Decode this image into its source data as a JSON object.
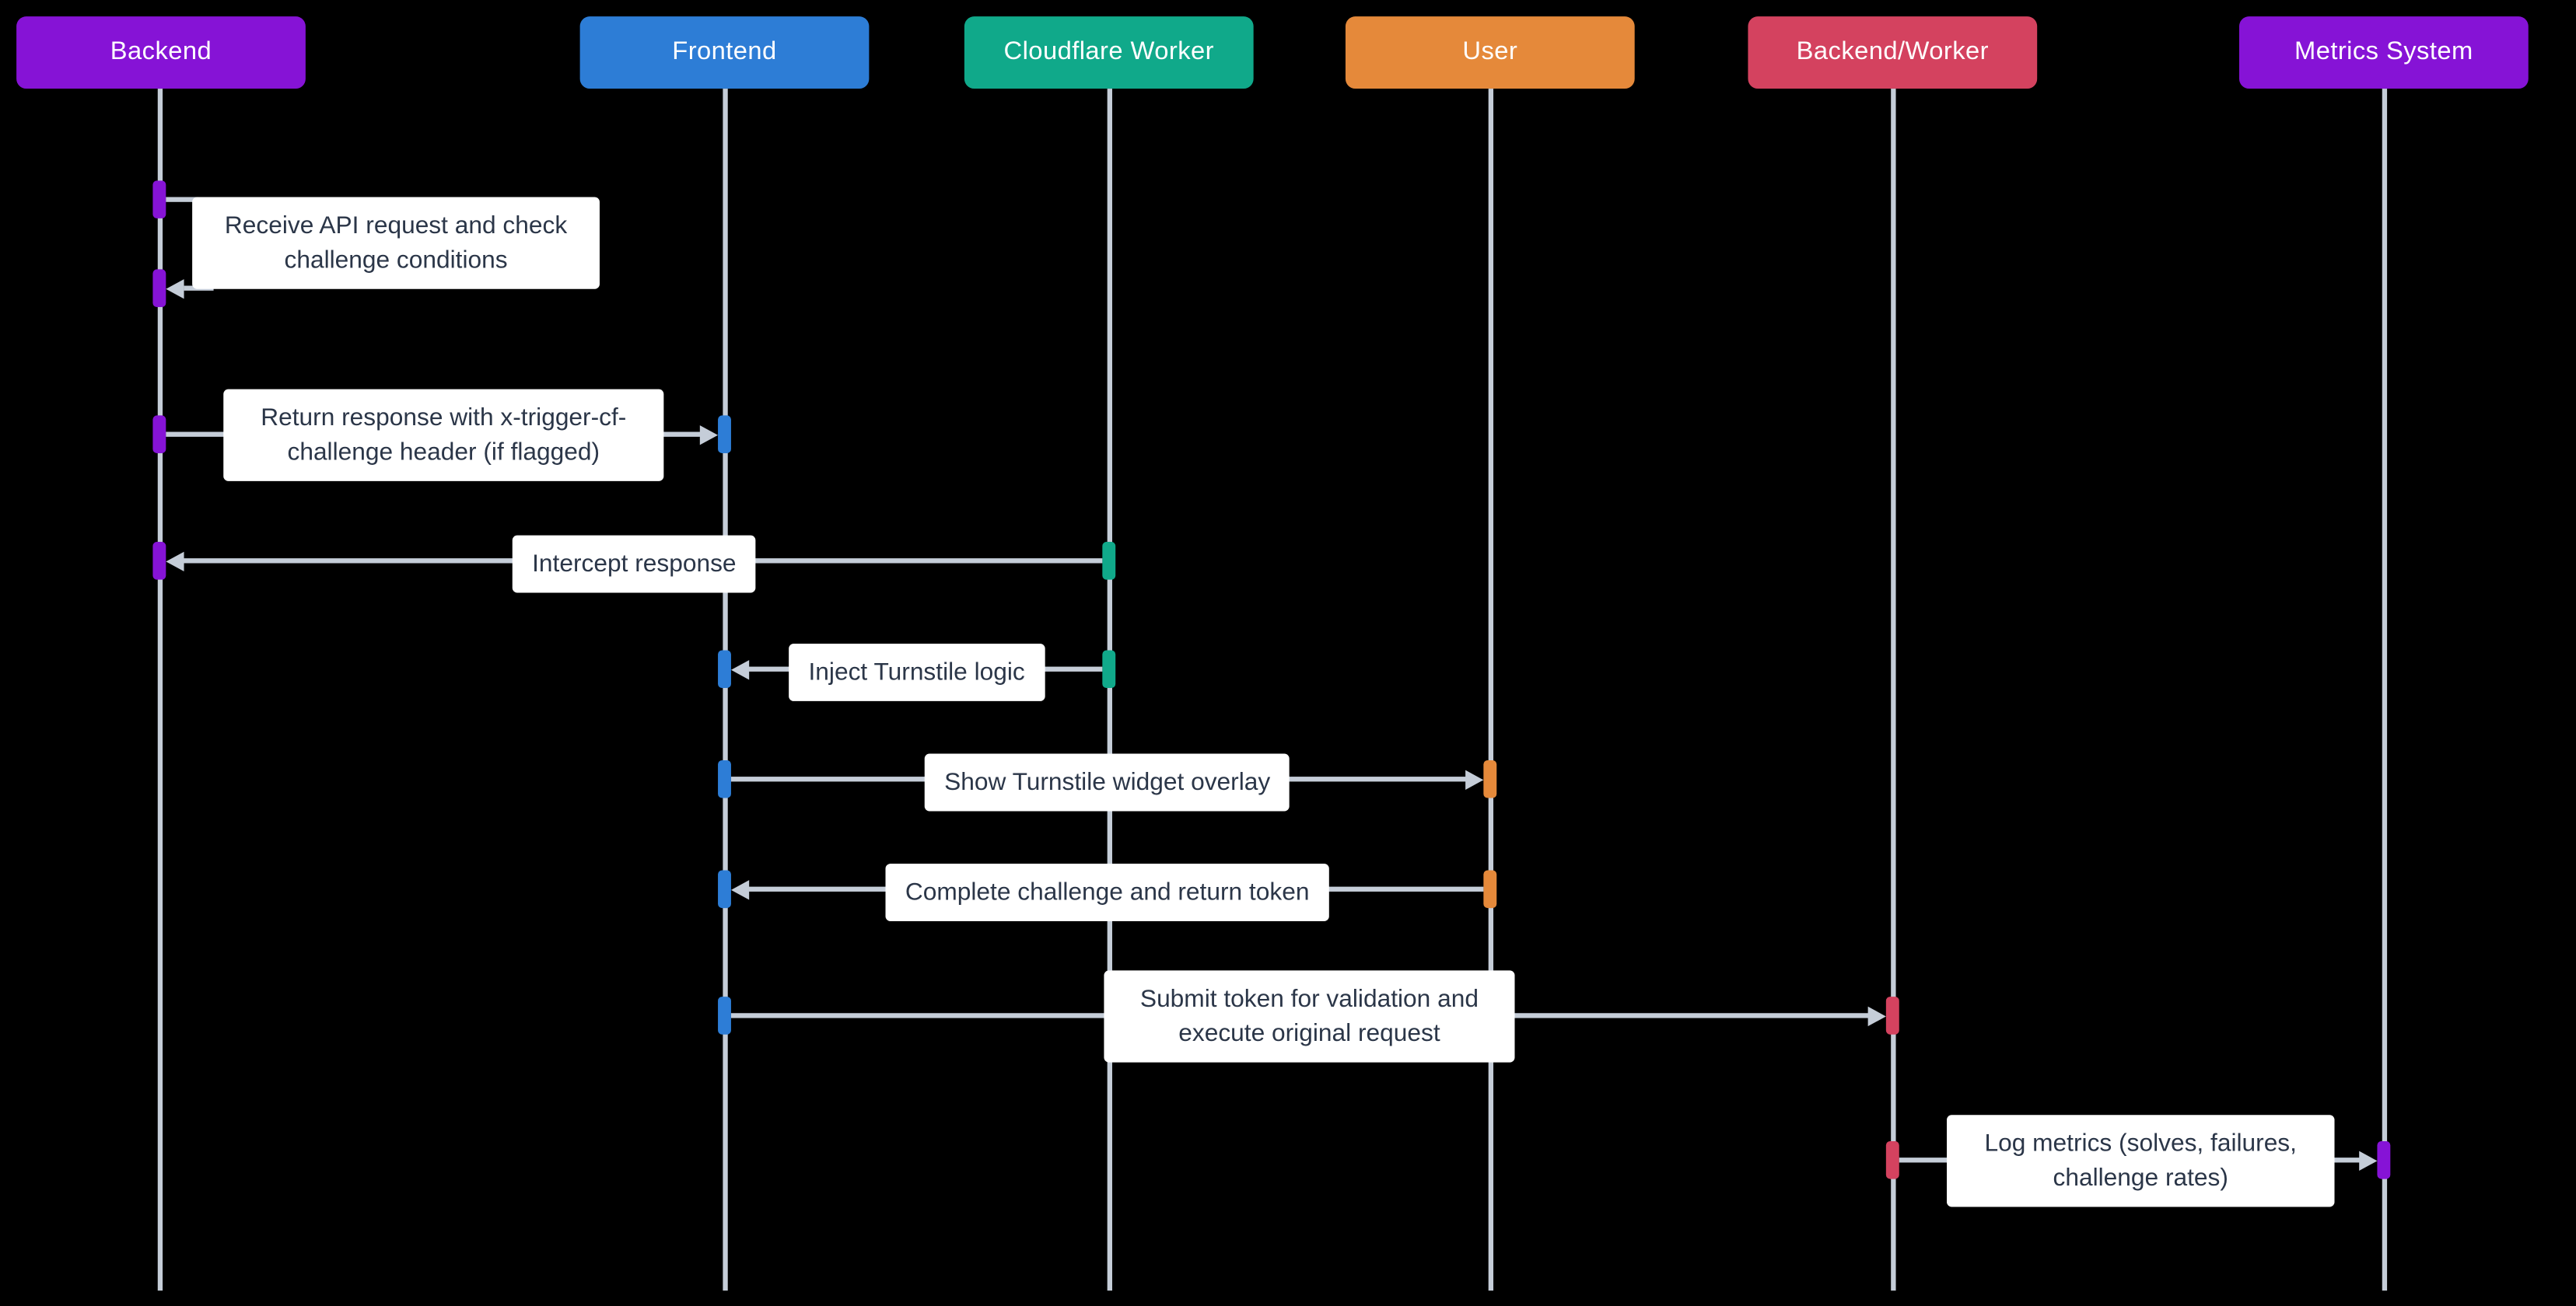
{
  "diagram": {
    "background": "#000000",
    "line_color": "#c5cdd8",
    "label_bg": "#ffffff",
    "label_text_color": "#2b3648",
    "actors": [
      {
        "id": "backend",
        "label": "Backend",
        "color": "#8613d6"
      },
      {
        "id": "frontend",
        "label": "Frontend",
        "color": "#2d7dd6"
      },
      {
        "id": "cloudflare-worker",
        "label": "Cloudflare Worker",
        "color": "#10a98a"
      },
      {
        "id": "user",
        "label": "User",
        "color": "#e5893a"
      },
      {
        "id": "backend-worker",
        "label": "Backend/Worker",
        "color": "#d4425f"
      },
      {
        "id": "metrics-system",
        "label": "Metrics System",
        "color": "#8613d6"
      }
    ],
    "messages": [
      {
        "from": "Backend",
        "to": "Backend",
        "text": "Receive API request and check challenge conditions"
      },
      {
        "from": "Backend",
        "to": "Frontend",
        "text": "Return response with x-trigger-cf-challenge header (if flagged)"
      },
      {
        "from": "Cloudflare Worker",
        "to": "Backend",
        "text": "Intercept response"
      },
      {
        "from": "Cloudflare Worker",
        "to": "Frontend",
        "text": "Inject Turnstile logic"
      },
      {
        "from": "Frontend",
        "to": "User",
        "text": "Show Turnstile widget overlay"
      },
      {
        "from": "User",
        "to": "Frontend",
        "text": "Complete challenge and return token"
      },
      {
        "from": "Frontend",
        "to": "Backend/Worker",
        "text": "Submit token for validation and execute original request"
      },
      {
        "from": "Backend/Worker",
        "to": "Metrics System",
        "text": "Log metrics (solves, failures, challenge rates)"
      }
    ]
  }
}
